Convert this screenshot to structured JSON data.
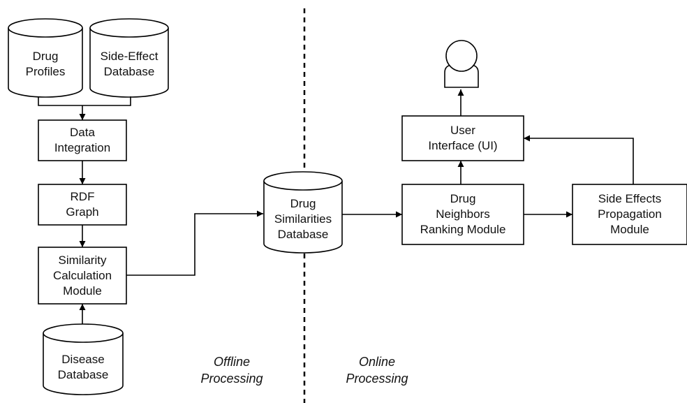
{
  "nodes": {
    "drug_profiles": "Drug\nProfiles",
    "side_effect_db": "Side-Effect\nDatabase",
    "data_integration": "Data\nIntegration",
    "rdf_graph": "RDF\nGraph",
    "similarity_module": "Similarity\nCalculation\nModule",
    "disease_db": "Disease\nDatabase",
    "drug_sim_db": "Drug\nSimilarities\nDatabase",
    "ranking_module": "Drug\nNeighbors\nRanking Module",
    "user_interface": "User\nInterface (UI)",
    "propagation_module": "Side Effects\nPropagation\nModule"
  },
  "sections": {
    "offline": "Offline\nProcessing",
    "online": "Online\nProcessing"
  },
  "colors": {
    "stroke": "#000000",
    "fill": "#ffffff",
    "text": "#111111"
  },
  "icons": {
    "user": "user-icon"
  }
}
